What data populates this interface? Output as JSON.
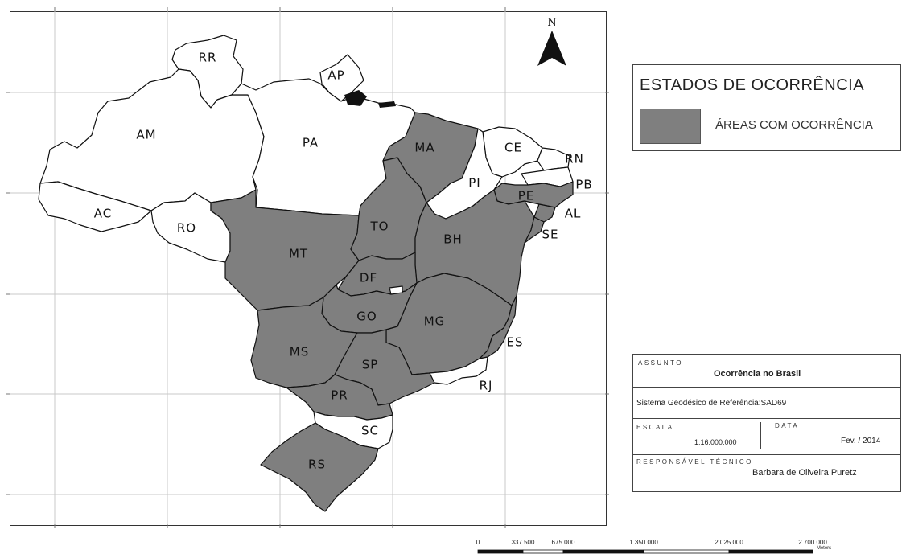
{
  "map": {
    "north_label": "N",
    "states": [
      {
        "code": "RR",
        "label": "RR",
        "occurrence": false
      },
      {
        "code": "AP",
        "label": "AP",
        "occurrence": false
      },
      {
        "code": "AM",
        "label": "AM",
        "occurrence": false
      },
      {
        "code": "PA",
        "label": "PA",
        "occurrence": false
      },
      {
        "code": "MA",
        "label": "MA",
        "occurrence": true
      },
      {
        "code": "CE",
        "label": "CE",
        "occurrence": false
      },
      {
        "code": "RN",
        "label": "RN",
        "occurrence": false
      },
      {
        "code": "PB",
        "label": "PB",
        "occurrence": false
      },
      {
        "code": "PI",
        "label": "PI",
        "occurrence": false
      },
      {
        "code": "PE",
        "label": "PE",
        "occurrence": true
      },
      {
        "code": "AL",
        "label": "AL",
        "occurrence": true
      },
      {
        "code": "AC",
        "label": "AC",
        "occurrence": false
      },
      {
        "code": "RO",
        "label": "RO",
        "occurrence": false
      },
      {
        "code": "MT",
        "label": "MT",
        "occurrence": true
      },
      {
        "code": "TO",
        "label": "TO",
        "occurrence": true
      },
      {
        "code": "BH",
        "label": "BH",
        "occurrence": true
      },
      {
        "code": "SE",
        "label": "SE",
        "occurrence": true
      },
      {
        "code": "DF",
        "label": "DF",
        "occurrence": true
      },
      {
        "code": "GO",
        "label": "GO",
        "occurrence": true
      },
      {
        "code": "MG",
        "label": "MG",
        "occurrence": true
      },
      {
        "code": "ES",
        "label": "ES",
        "occurrence": true
      },
      {
        "code": "MS",
        "label": "MS",
        "occurrence": true
      },
      {
        "code": "SP",
        "label": "SP",
        "occurrence": true
      },
      {
        "code": "RJ",
        "label": "RJ",
        "occurrence": false
      },
      {
        "code": "PR",
        "label": "PR",
        "occurrence": true
      },
      {
        "code": "SC",
        "label": "SC",
        "occurrence": false
      },
      {
        "code": "RS",
        "label": "RS",
        "occurrence": true
      }
    ],
    "colors": {
      "occurrence": "#7f7f7f",
      "none": "#ffffff",
      "border": "#111111",
      "grid": "#c8c8c8"
    }
  },
  "legend": {
    "title": "ESTADOS DE OCORRÊNCIA",
    "item_label": "ÁREAS COM OCORRÊNCIA"
  },
  "title_block": {
    "assunto_caption": "ASSUNTO",
    "assunto_value": "Ocorrência no Brasil",
    "sistema": "Sistema Geodésico de Referência:SAD69",
    "escala_caption": "ESCALA",
    "escala_value": "1:16.000.000",
    "data_caption": "DATA",
    "data_value": "Fev. / 2014",
    "responsavel_caption": "RESPONSÁVEL TÉCNICO",
    "responsavel_value": "Barbara de Oliveira Puretz"
  },
  "scale_bar": {
    "labels": [
      "0",
      "337.500",
      "675.000",
      "1.350.000",
      "2.025.000",
      "2.700.000"
    ],
    "unit": "Meters"
  }
}
